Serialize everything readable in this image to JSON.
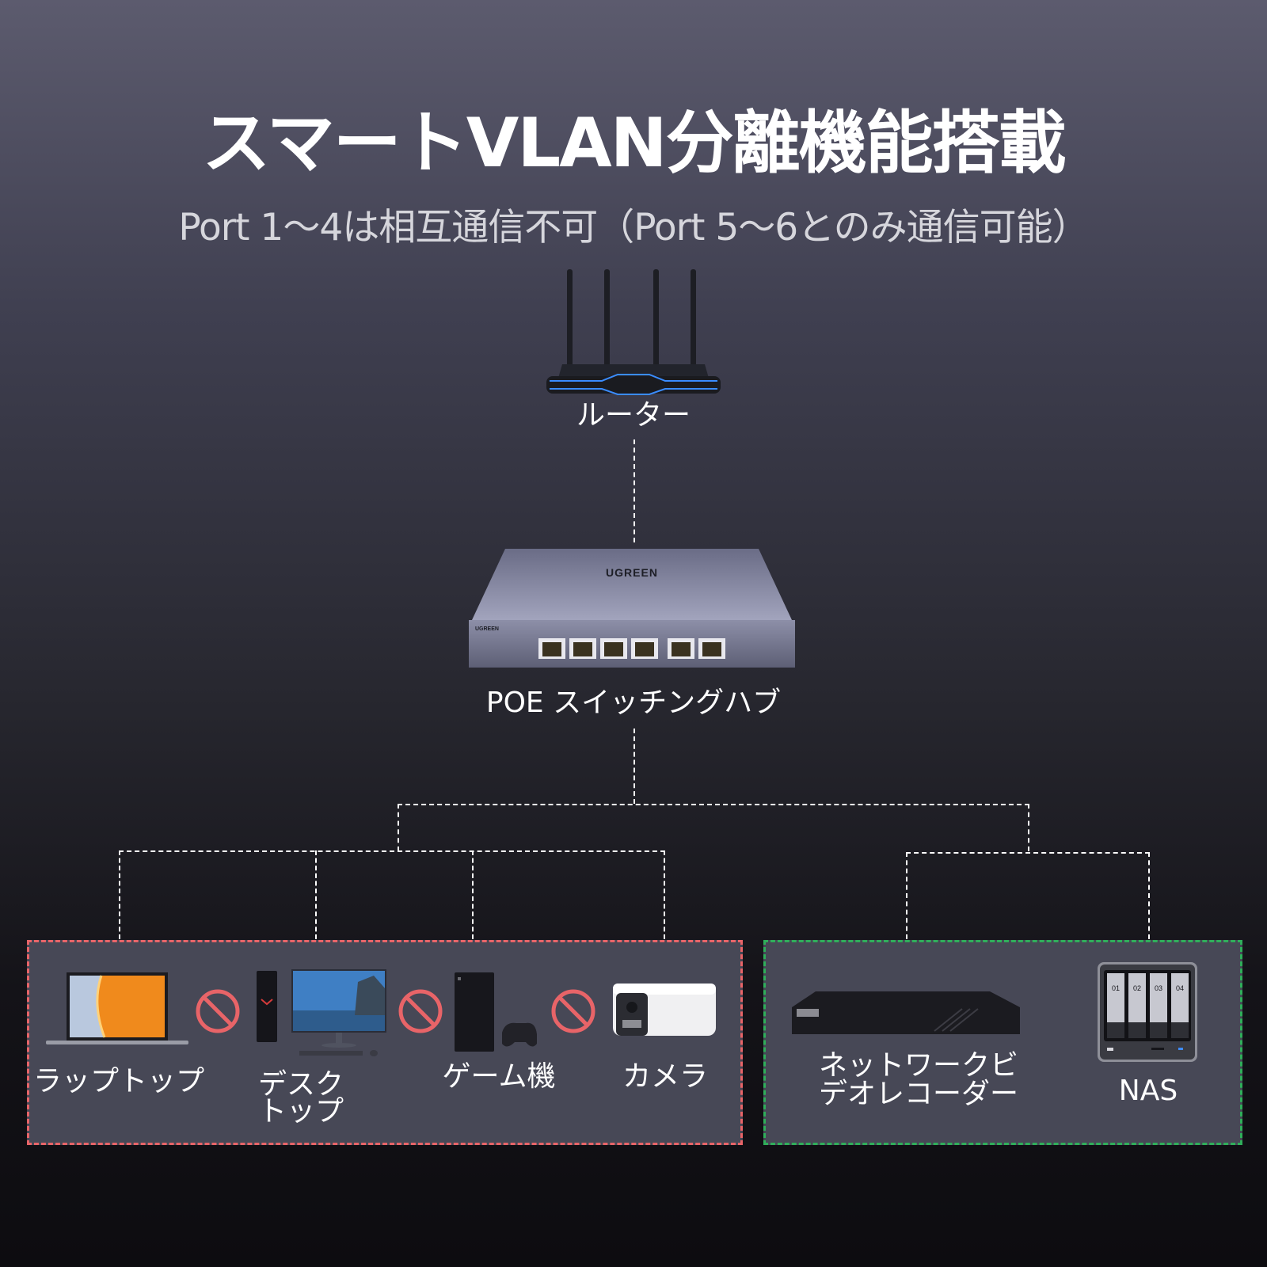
{
  "title": "スマートVLAN分離機能搭載",
  "subtitle": "Port 1〜4は相互通信不可（Port 5〜6とのみ通信可能）",
  "router": {
    "label": "ルーター",
    "icon": "router-icon"
  },
  "switch": {
    "label": "POE スイッチングハブ",
    "brand": "UGREEN",
    "icon": "poe-switch-icon",
    "ports": [
      "1",
      "2",
      "3",
      "4",
      "5",
      "6"
    ]
  },
  "isolated_group": {
    "border_color": "#e86468",
    "devices": [
      {
        "label": "ラップトップ",
        "icon": "laptop-icon"
      },
      {
        "label": "デスク\nトップ",
        "label_line1": "デスク",
        "label_line2": "トップ",
        "icon": "desktop-pc-icon"
      },
      {
        "label": "ゲーム機",
        "icon": "game-console-icon"
      },
      {
        "label": "カメラ",
        "icon": "security-camera-icon"
      }
    ],
    "blocked_icon": "prohibited-icon",
    "blocked_color": "#e86468"
  },
  "shared_group": {
    "border_color": "#2fae5a",
    "devices": [
      {
        "label_line1": "ネットワークビ",
        "label_line2": "デオレコーダー",
        "icon": "nvr-icon"
      },
      {
        "label": "NAS",
        "icon": "nas-icon",
        "bays": [
          "01",
          "02",
          "03",
          "04"
        ]
      }
    ]
  }
}
